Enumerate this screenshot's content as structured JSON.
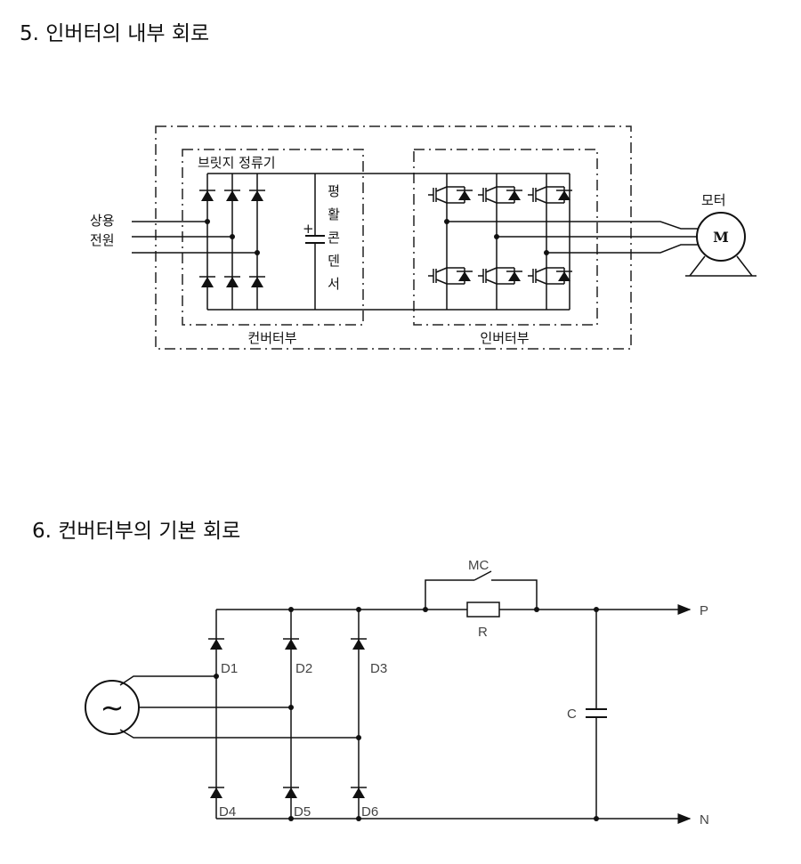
{
  "sections": {
    "inverter": {
      "heading": "5. 인버터의 내부 회로",
      "labels": {
        "bridge": "브릿지 정류기",
        "capacitor": [
          "평",
          "활",
          "콘",
          "덴",
          "서"
        ],
        "plus": "+",
        "source_1": "상용",
        "source_2": "전원",
        "motor": "모터",
        "motor_symbol": "M",
        "converter": "컨버터부",
        "inverter": "인버터부"
      }
    },
    "converter": {
      "heading": "6. 컨버터부의 기본 회로",
      "labels": {
        "mc": "MC",
        "r": "R",
        "c": "C",
        "p": "P",
        "n": "N",
        "ac_symbol": "~",
        "diodes": [
          "D1",
          "D2",
          "D3",
          "D4",
          "D5",
          "D6"
        ]
      }
    }
  }
}
